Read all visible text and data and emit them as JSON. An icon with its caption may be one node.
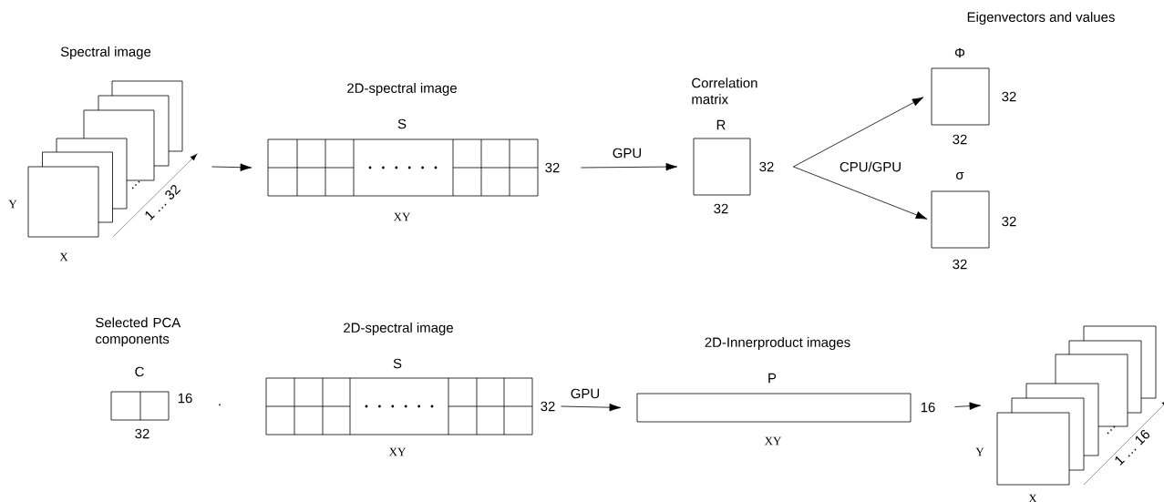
{
  "diagram": {
    "nodes": [
      {
        "text": [
          "Spectral image",
          "…",
          "1 … 32"
        ],
        "beside": [
          "Y",
          "X"
        ]
      },
      {
        "text": [
          "2D-spectral image",
          "S"
        ],
        "beside": [
          "32",
          "XY"
        ]
      },
      {
        "text": [
          "Correlation matrix",
          "R"
        ],
        "beside": [
          "32",
          "32"
        ]
      },
      {
        "text": [
          "Φ"
        ],
        "beside": [
          "32",
          "32"
        ]
      },
      {
        "text": [
          "σ"
        ],
        "beside": [
          "32",
          "32"
        ]
      },
      {
        "text": [
          "Selected PCA components",
          "C"
        ],
        "beside": [
          "16",
          "32"
        ]
      },
      {
        "text": [
          "2D-spectral image",
          "S"
        ],
        "beside": [
          "32",
          "XY"
        ]
      },
      {
        "text": [
          "2D-Innerproduct images",
          "P"
        ],
        "beside": [
          "16",
          "XY"
        ]
      },
      {
        "text": [
          "…",
          "1 … 16"
        ],
        "beside": [
          "Y",
          "X"
        ]
      }
    ],
    "edges": [
      {
        "from": 0,
        "to": 1,
        "arrow": "to"
      },
      {
        "from": 1,
        "to": 2,
        "arrow": "to",
        "label": "GPU"
      },
      {
        "from": 2,
        "to": 3,
        "arrow": "to",
        "label": "CPU/GPU"
      },
      {
        "from": 2,
        "to": 4,
        "arrow": "to"
      },
      {
        "from": 6,
        "to": 7,
        "arrow": "to",
        "label": "GPU"
      },
      {
        "from": 7,
        "to": 8,
        "arrow": "to"
      }
    ],
    "labels": [
      "Eigenvectors and values",
      "·"
    ]
  }
}
